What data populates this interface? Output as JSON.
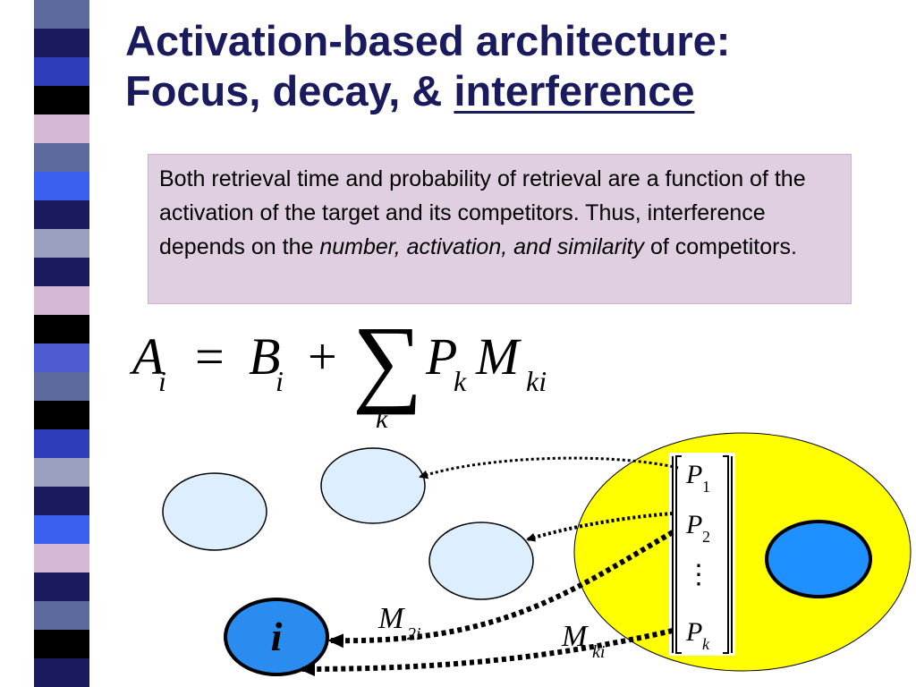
{
  "title": {
    "line1": "Activation-based architecture:",
    "line2_prefix": "Focus, decay, & ",
    "line2_underlined": "interference"
  },
  "info_box": {
    "text_before": "Both retrieval time and probability of retrieval are a function of the activation of the target and its competitors.  Thus, interference depends on the ",
    "italic_text": "number, activation, and similarity",
    "text_after": "  of competitors."
  },
  "equation": {
    "A": "A",
    "A_sub": "i",
    "equals": "=",
    "B": "B",
    "B_sub": "i",
    "plus": "+",
    "sum": "∑",
    "sum_index": "k",
    "P": "P",
    "P_sub": "k",
    "M": "M",
    "M_sub": "ki"
  },
  "diagram": {
    "target_node_label": "i",
    "vector_entries": [
      {
        "symbol": "P",
        "sub": "1"
      },
      {
        "symbol": "P",
        "sub": "2"
      },
      {
        "symbol": "P",
        "sub": "k"
      }
    ],
    "vector_ellipsis": "⋮",
    "m2i_label": {
      "symbol": "M",
      "sub": "2i"
    },
    "mki_label": {
      "symbol": "M",
      "sub": "ki"
    }
  },
  "colors": {
    "title": "#1a1a5e",
    "info_box_bg": "#e0cfe0",
    "focus_ellipse": "#ffff00",
    "competitor_node_fill": "#ddeeff",
    "target_node_fill": "#2b8cf0",
    "focus_node_fill": "#1e90ff",
    "stripes": [
      "#5d6a9e",
      "#1a1a5e",
      "#2e3db8",
      "#000000",
      "#d6b8d6",
      "#5d6a9e",
      "#3a5ff0",
      "#1a1a5e",
      "#9aa0c0",
      "#1a1a5e",
      "#d6b8d6",
      "#000000",
      "#4d5bd0",
      "#5d6a9e",
      "#000000",
      "#2e3db8",
      "#9aa0c0",
      "#1a1a5e",
      "#3a5ff0",
      "#d6b8d6",
      "#1a1a5e",
      "#5d6a9e",
      "#000000",
      "#1a1a5e"
    ]
  }
}
